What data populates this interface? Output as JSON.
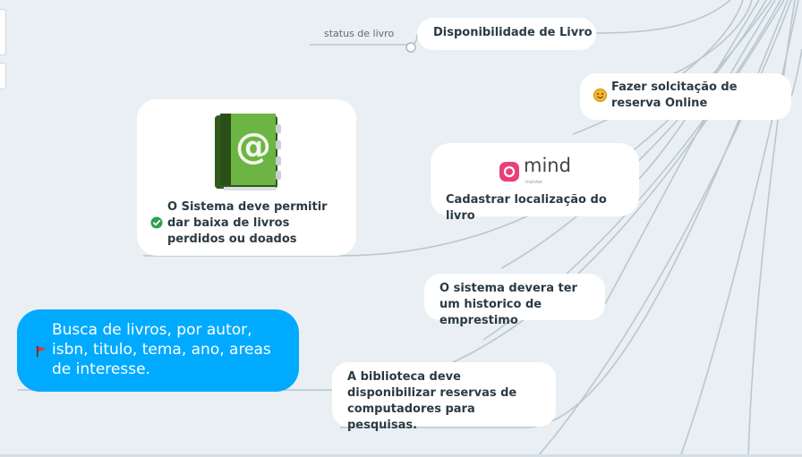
{
  "relation": {
    "label": "status de livro"
  },
  "nodes": {
    "disponibilidade": {
      "label": "Disponibilidade de Livro"
    },
    "reserva_online": {
      "label": "Fazer solcitação de reserva Online",
      "icon": "smiley-icon"
    },
    "baixa_livros": {
      "label": "O Sistema deve permitir dar baixa de livros perdidos ou doados",
      "icon": "check-circle-icon",
      "image": "address-book-icon"
    },
    "localizacao": {
      "label": "Cadastrar localização do livro",
      "logo": {
        "text": "mind",
        "subtext": "meister"
      }
    },
    "historico": {
      "label": "O sistema devera ter um historico de emprestimo"
    },
    "busca": {
      "label": "Busca de livros, por autor, isbn, titulo, tema, ano, areas de interesse.",
      "icon": "red-flag-icon"
    },
    "computadores": {
      "label": "A biblioteca deve disponibilizar reservas de computadores para pesquisas."
    }
  },
  "colors": {
    "background": "#e9eff3",
    "node": "#ffffff",
    "highlight_node": "#00aaff",
    "connector": "#b8c7d1",
    "check": "#2e9e4f",
    "flag": "#d93a3a",
    "logo": "#e8407a"
  }
}
